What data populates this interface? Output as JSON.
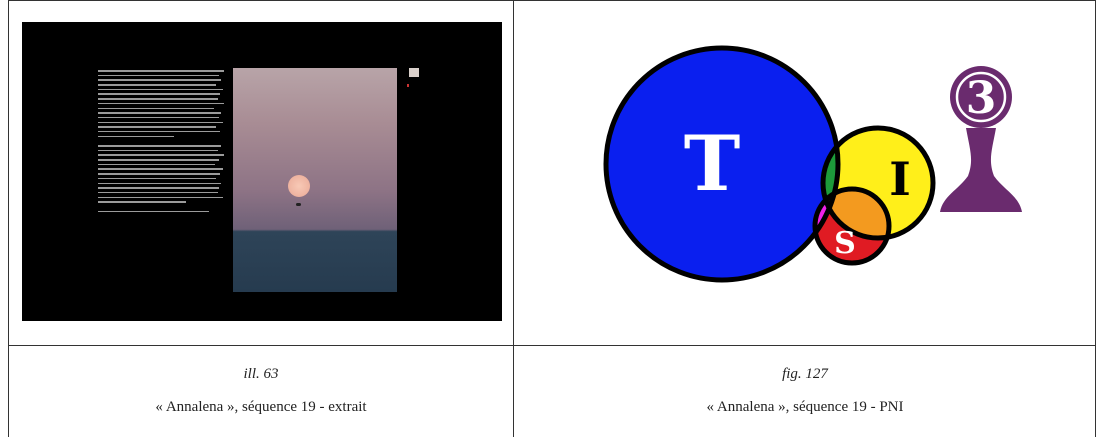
{
  "left_cell": {
    "figure_label": "ill. 63",
    "caption": "« Annalena », séquence 19 - extrait"
  },
  "right_cell": {
    "figure_label": "fig. 127",
    "caption": "« Annalena », séquence 19 - PNI",
    "diagram": {
      "big_circle_letter": "T",
      "yellow_circle_letter": "I",
      "red_circle_letter": "S",
      "emblem_number": "3"
    }
  },
  "colors": {
    "blue": "#0a1fef",
    "yellow": "#ffef1a",
    "red": "#e01b23",
    "magenta": "#f021e8",
    "green": "#1d9b3a",
    "orange": "#f39a1f",
    "purple": "#6a2b6e"
  }
}
